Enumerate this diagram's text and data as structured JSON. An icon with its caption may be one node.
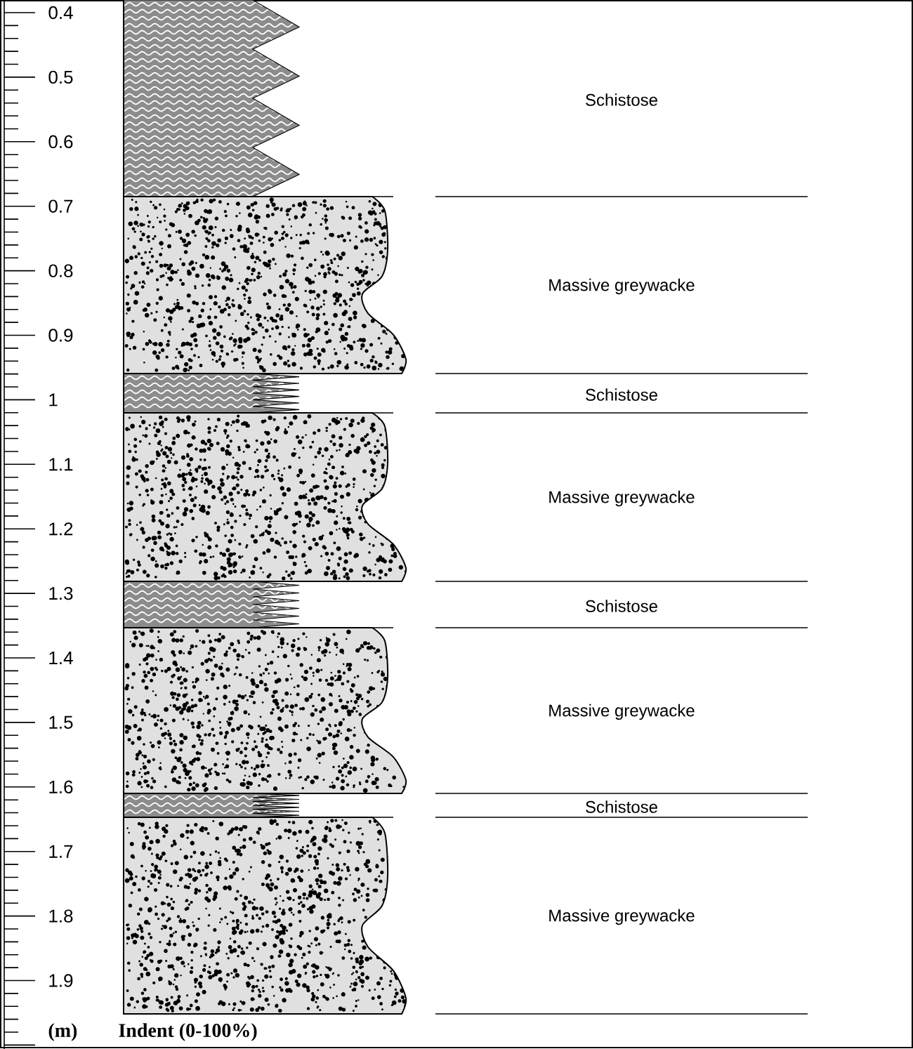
{
  "diagram": {
    "nodes": [
      {
        "text": [
          "Schistose"
        ]
      },
      {
        "text": [
          "Massive greywacke"
        ]
      },
      {
        "text": [
          "Schistose"
        ]
      },
      {
        "text": [
          "Massive greywacke"
        ]
      },
      {
        "text": [
          "Schistose"
        ]
      },
      {
        "text": [
          "Massive greywacke"
        ]
      },
      {
        "text": [
          "Schistose"
        ]
      },
      {
        "text": [
          "Massive greywacke"
        ]
      }
    ],
    "labels": [
      "0.4",
      "0.5",
      "0.6",
      "0.7",
      "0.8",
      "0.9",
      "1",
      "1.1",
      "1.2",
      "1.3",
      "1.4",
      "1.5",
      "1.6",
      "1.7",
      "1.8",
      "1.9",
      "(m)",
      "Indent (0-100%)"
    ]
  }
}
